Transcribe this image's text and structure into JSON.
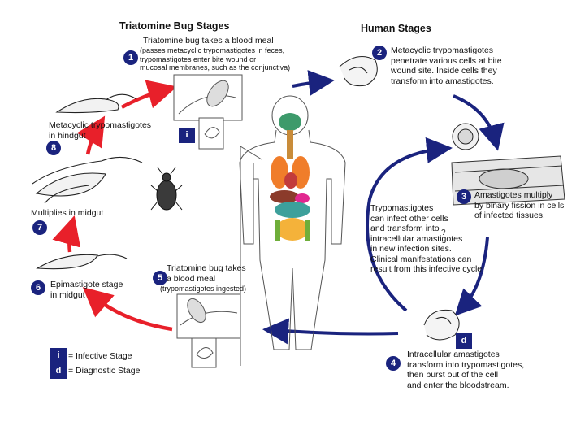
{
  "headings": {
    "bug": "Triatomine Bug Stages",
    "human": "Human Stages"
  },
  "steps": {
    "s1": {
      "num": "1",
      "title": "Triatomine bug takes a blood meal",
      "detail": "(passes metacyclic trypomastigotes in feces,\ntrypomastigotes enter bite wound or\nmucosal membranes, such as the conjunctiva)"
    },
    "s2": {
      "num": "2",
      "text": "Metacyclic trypomastigotes\npenetrate various cells at bite\nwound site. Inside cells they\ntransform into amastigotes."
    },
    "s3": {
      "num": "3",
      "text": "Amastigotes multiply\nby binary fission in cells\nof infected tissues."
    },
    "s4": {
      "num": "4",
      "text": "Intracellular amastigotes\ntransform into trypomastigotes,\nthen burst out of the cell\nand enter the bloodstream."
    },
    "s5": {
      "num": "5",
      "title": "Triatomine bug takes\na blood meal",
      "detail": "(trypomastigotes ingested)"
    },
    "s6": {
      "num": "6",
      "text": "Epimastigote stage\nin midgut"
    },
    "s7": {
      "num": "7",
      "text": "Multiplies in midgut"
    },
    "s8": {
      "num": "8",
      "text": "Metacyclic trypomastigotes\nin hindgut"
    }
  },
  "center_text": "Trypomastigotes\ncan infect other cells\nand transform into\nintracellular amastigotes\nin new infection sites.\nClinical manifestations can\nresult from this infective cycle.",
  "markers": {
    "infective_letter": "i",
    "diagnostic_letter": "d",
    "question": "?"
  },
  "legend": {
    "infective": "= Infective Stage",
    "diagnostic": "= Diagnostic Stage"
  },
  "colors": {
    "bug_cycle": "#e8202a",
    "human_cycle": "#1a237e",
    "badge": "#1a237e"
  }
}
